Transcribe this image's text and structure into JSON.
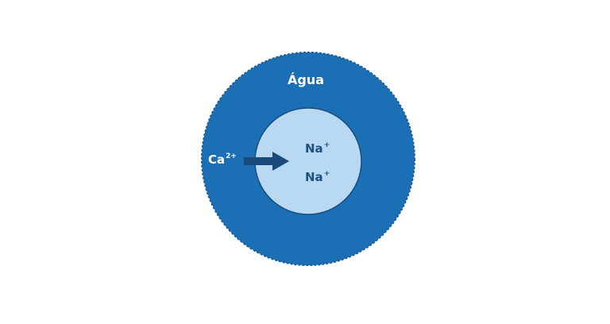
{
  "diagram": {
    "outer_label": "Água",
    "incoming_ion": {
      "symbol": "Ca",
      "charge": "2+"
    },
    "inner_ions": [
      {
        "symbol": "Na",
        "charge": "+"
      },
      {
        "symbol": "Na",
        "charge": "+"
      }
    ],
    "colors": {
      "water": "#1b6fb4",
      "water_border": "#1f5e96",
      "inner": "#b9d8f1",
      "inner_border": "#1a4d7f",
      "arrow": "#1a4a7a",
      "ion_text": "#1d4f83",
      "label_text": "#ffffff"
    }
  }
}
